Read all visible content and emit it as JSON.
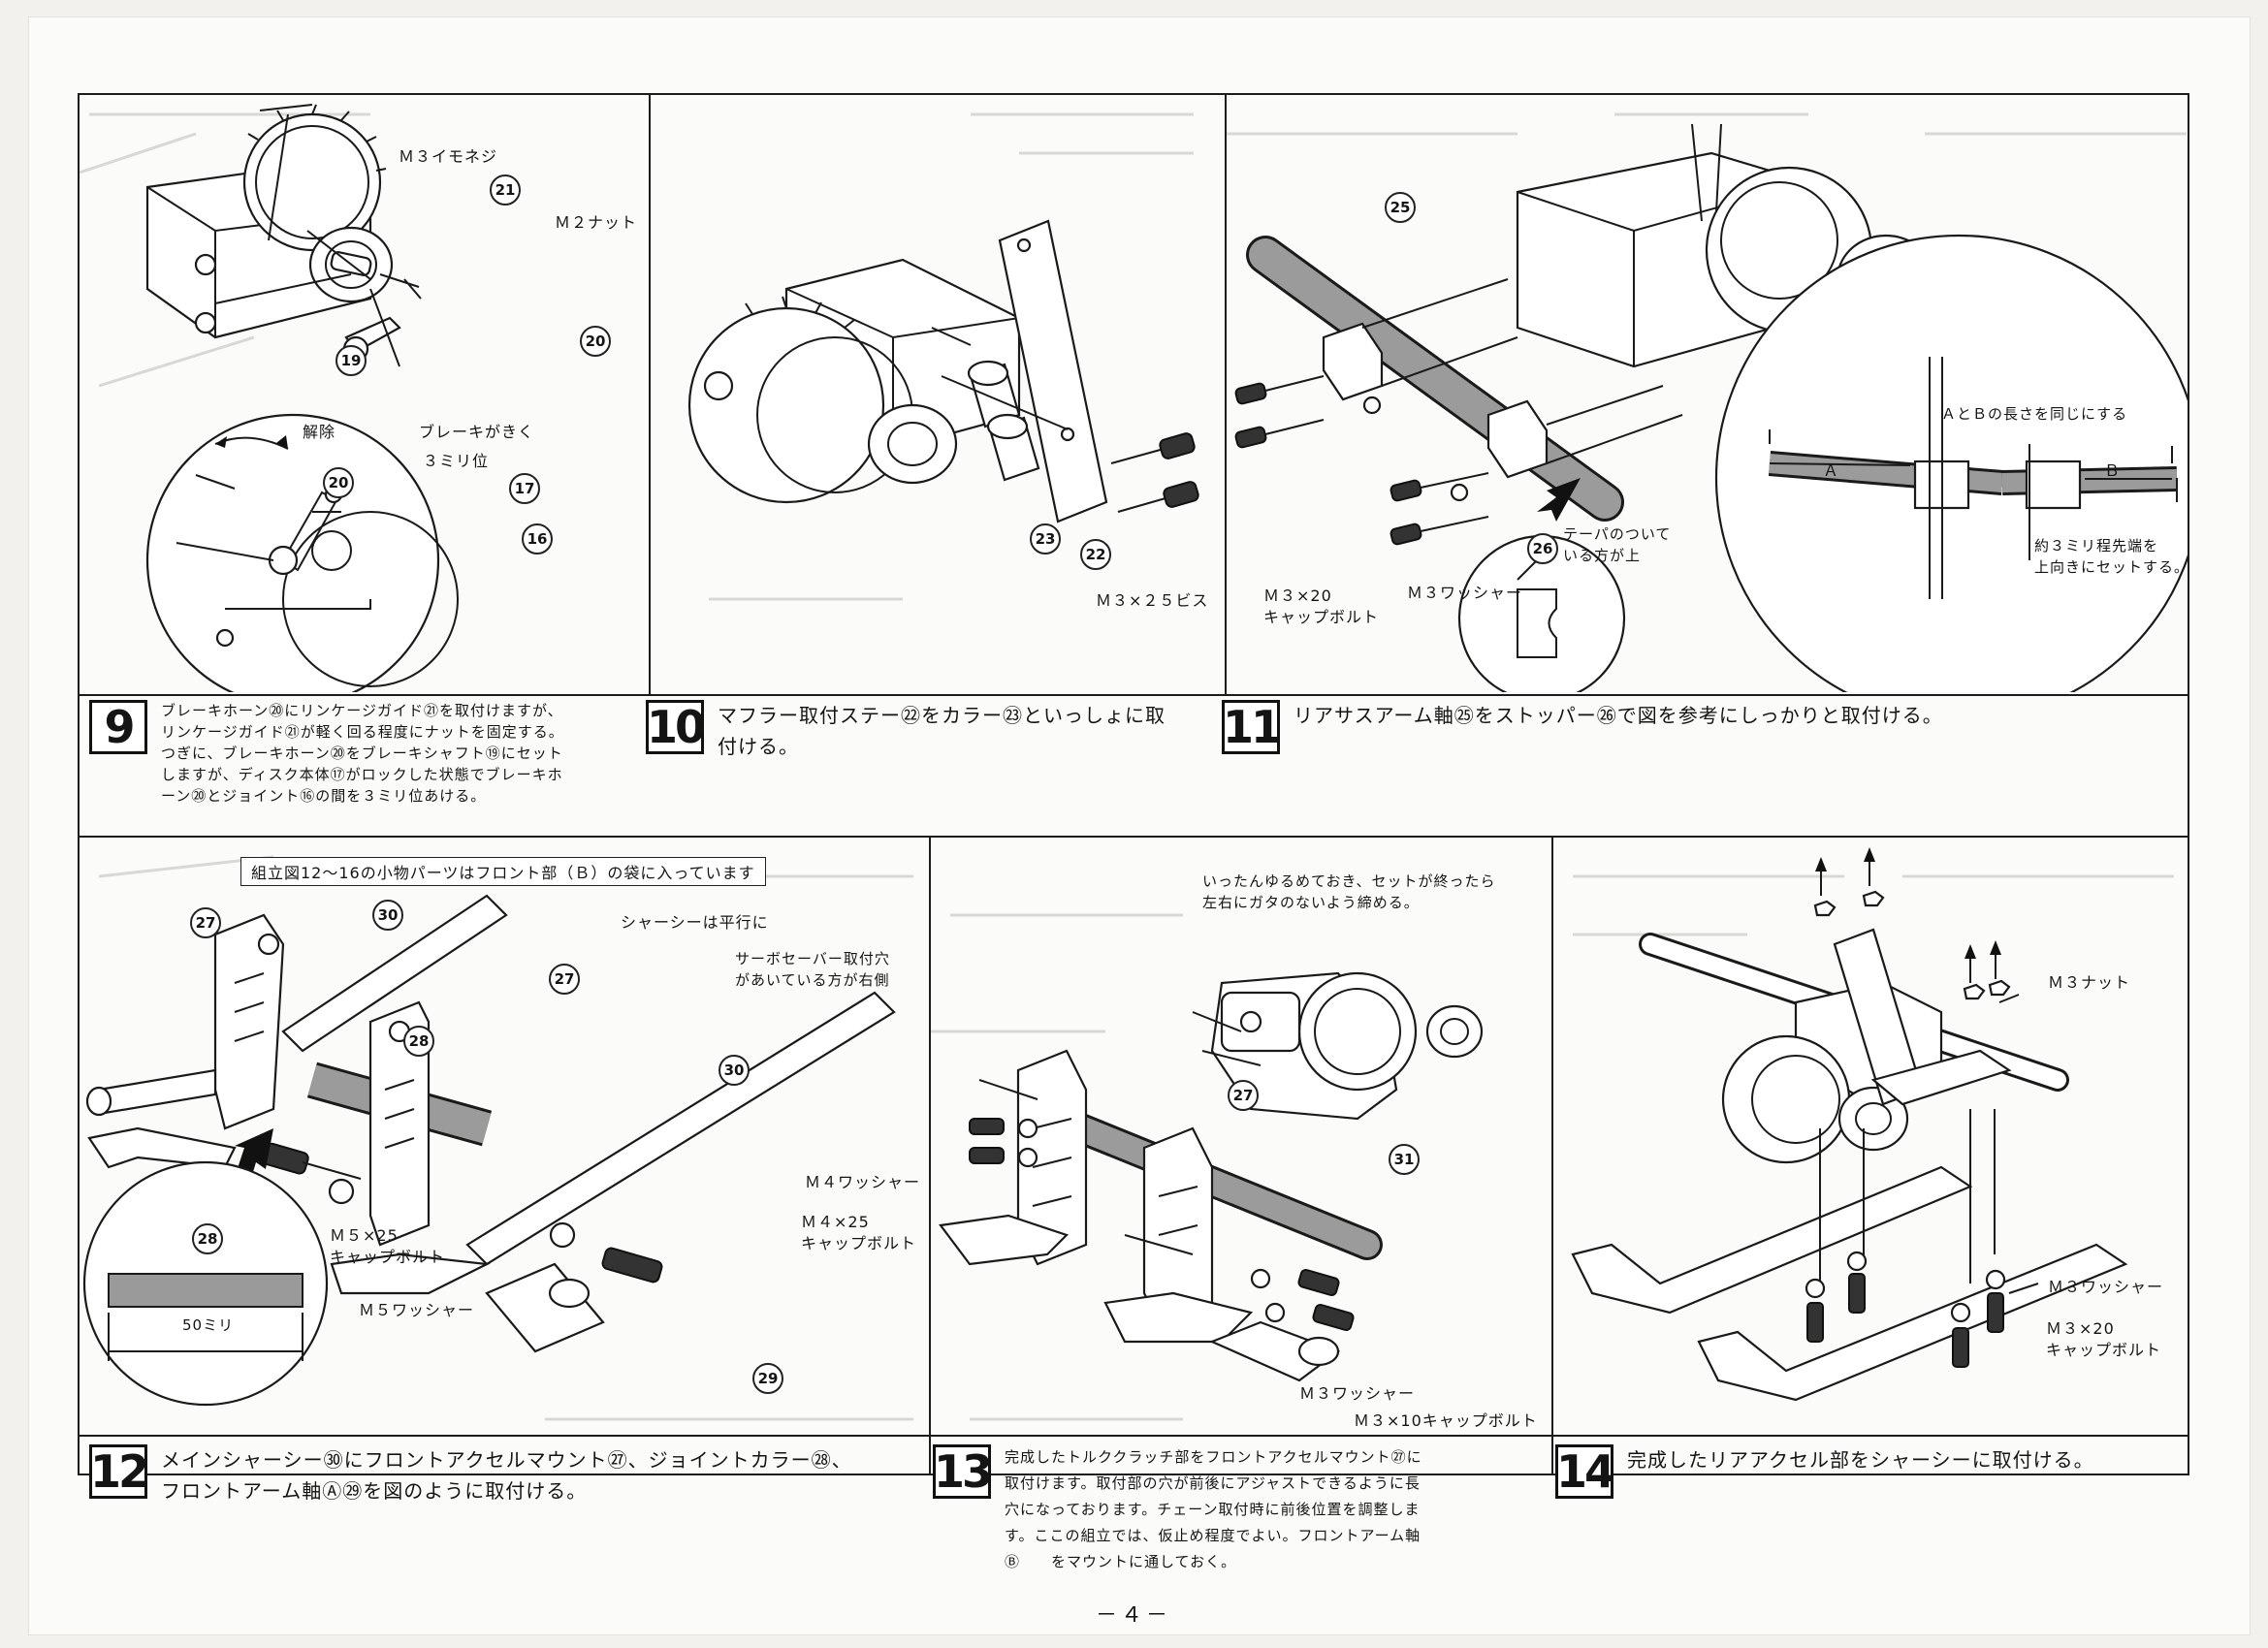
{
  "steps": {
    "s9": {
      "num": "9",
      "text": "ブレーキホーン⑳にリンケージガイド㉑を取付けますが、\nリンケージガイド㉑が軽く回る程度にナットを固定する。\nつぎに、ブレーキホーン⑳をブレーキシャフト⑲にセット\nしますが、ディスク本体⑰がロックした状態でブレーキホ\nーン⑳とジョイント⑯の間を３ミリ位あける。"
    },
    "s10": {
      "num": "10",
      "text": "マフラー取付ステー㉒をカラー㉓といっしょに取\n付ける。"
    },
    "s11": {
      "num": "11",
      "text": "リアサスアーム軸㉕をストッパー㉖で図を参考にしっかりと取付ける。"
    },
    "s12": {
      "num": "12",
      "text": "メインシャーシー㉚にフロントアクセルマウント㉗、ジョイントカラー㉘、\nフロントアーム軸Ⓐ㉙を図のように取付ける。"
    },
    "s13": {
      "num": "13",
      "text": "完成したトルククラッチ部をフロントアクセルマウント㉗に\n取付けます。取付部の穴が前後にアジャストできるように長\n穴になっております。チェーン取付時に前後位置を調整しま\nす。ここの組立では、仮止め程度でよい。フロントアーム軸\nⒷ　　をマウントに通しておく。"
    },
    "s14": {
      "num": "14",
      "text": "完成したリアアクセル部をシャーシーに取付ける。"
    }
  },
  "labels": {
    "p9_m3_imonezi": "Ｍ３イモネジ",
    "p9_m2_nut": "Ｍ２ナット",
    "p9_release": "解除",
    "p9_brake": "ブレーキがきく",
    "p9_3mm": "３ミリ位",
    "p10_bis": "Ｍ３×２５ビス",
    "p11_taper": "テーパのついて\nいる方が上",
    "p11_m3_washer": "Ｍ３ワッシャー",
    "p11_m3_20_cap": "Ｍ３×20\nキャップボルト",
    "p11_ab_same": "ＡとＢの長さを同じにする",
    "p11_a": "Ａ",
    "p11_b": "Ｂ",
    "p11_tip": "約３ミリ程先端を\n上向きにセットする。",
    "p12_box": "組立図12〜16の小物パーツはフロント部（Ｂ）の袋に入っています",
    "p12_parallel": "シャーシーは平行に",
    "p12_servo": "サーボセーバー取付穴\nがあいている方が右側",
    "p12_m4_washer": "Ｍ４ワッシャー",
    "p12_m4_25_cap": "Ｍ４×25\nキャップボルト",
    "p12_m5_25_cap": "Ｍ５×25\nキャップボルト",
    "p12_m5_washer": "Ｍ５ワッシャー",
    "p12_50mm": "50ミリ",
    "p13_loosen": "いったんゆるめておき、セットが終ったら\n左右にガタのないよう締める。",
    "p13_m3_washer": "Ｍ３ワッシャー",
    "p13_m3_10_cap": "Ｍ３×10キャップボルト",
    "p14_m3_nut": "Ｍ３ナット",
    "p14_m3_washer": "Ｍ３ワッシャー",
    "p14_m3_20_cap": "Ｍ３×20\nキャップボルト"
  },
  "parts": {
    "n16": "16",
    "n17": "17",
    "n19": "19",
    "n20": "20",
    "n21": "21",
    "n22": "22",
    "n23": "23",
    "n25": "25",
    "n26": "26",
    "n27": "27",
    "n28": "28",
    "n29": "29",
    "n30": "30",
    "n31": "31"
  },
  "page_number": "－４－"
}
